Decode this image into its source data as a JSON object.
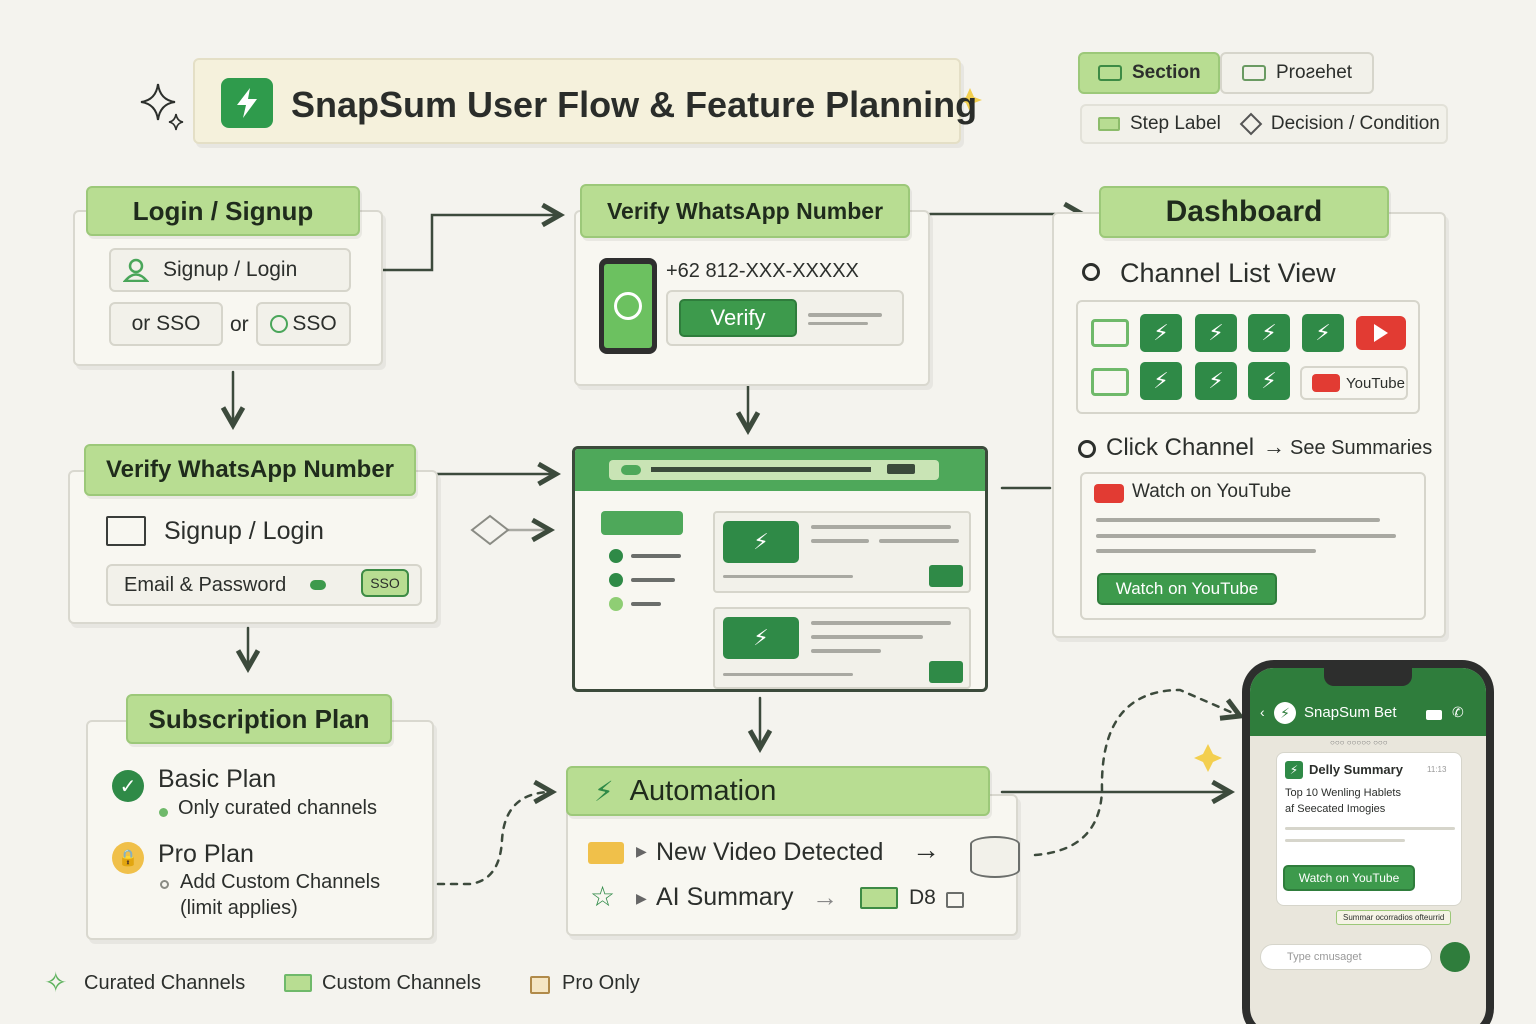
{
  "title": "SnapSum  User Flow & Feature Planning",
  "legend_top": {
    "section": "Section",
    "project": "Proƨehet",
    "step_label": "Step Label",
    "decision": "Decision / Condition"
  },
  "login": {
    "header": "Login / Signup",
    "signup_button": "Signup / Login",
    "or_sso": "or SSO",
    "or": "or",
    "sso": "SSO"
  },
  "verify_top": {
    "header": "Verify WhatsApp Number",
    "phone": "+62 812-XXX-XXXXX",
    "verify_button": "Verify"
  },
  "dashboard": {
    "header": "Dashboard",
    "channel_list_title": "Channel List View",
    "youtube_chip": "YouTube",
    "click_channel": "Click Channel",
    "see_summaries": "See Summaries",
    "watch_heading": "Watch on YouTube",
    "watch_button": "Watch on YouTube"
  },
  "verify_left": {
    "header": "Verify WhatsApp Number",
    "signup_login": "Signup /  Login",
    "email_password": "Email & Password",
    "sso_chip": "SSO"
  },
  "subscription": {
    "header": "Subscription Plan",
    "basic_title": "Basic Plan",
    "basic_desc": "Only curated channels",
    "pro_title": "Pro Plan",
    "pro_desc_1": "Add Custom Channels",
    "pro_desc_2": "(limit applies)"
  },
  "automation": {
    "header": "Automation",
    "new_video": "New Video Detected",
    "ai_summary": "AI Summary",
    "db": "D8"
  },
  "phone": {
    "chat_name": "SnapSum Bet",
    "subheader": "○○○ ○○○○○ ○○○",
    "card_title": "Delly Summary",
    "card_time": "11:13",
    "card_line1": "Top 10 Wenling Hablets",
    "card_line2": "af Seecated Imogies",
    "card_button": "Watch on YouTube",
    "status_chip": "Summar ocorradios ofteurrid",
    "input_placeholder": "Type cmusaget"
  },
  "legend_bottom": {
    "curated": "Curated Channels",
    "custom": "Custom Channels",
    "pro_only": "Pro Only"
  },
  "colors": {
    "header_green": "#b8dd92",
    "primary_green": "#3d9a4c",
    "dark_green": "#2f8a47",
    "youtube_red": "#e23b33",
    "background": "#f4f3ee"
  }
}
